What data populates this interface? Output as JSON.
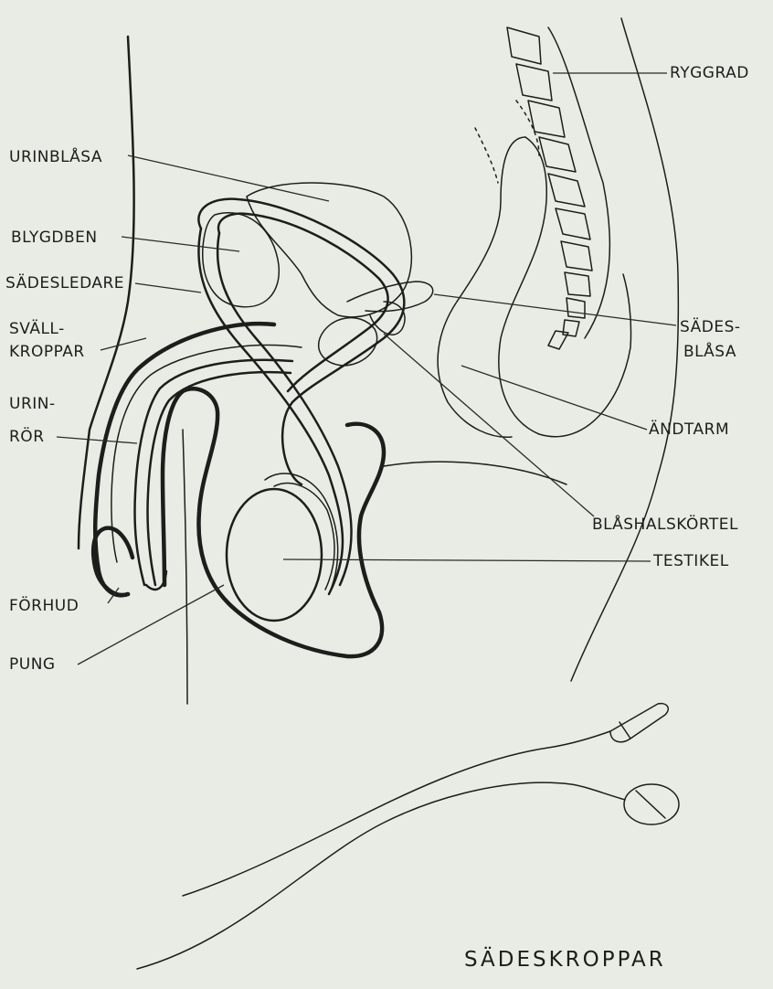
{
  "labels": {
    "urinblasa": "URINBLÅSA",
    "blygdben": "BLYGDBEN",
    "sadesledare": "SÄDESLEDARE",
    "svallkroppar_1": "SVÄLL-",
    "svallkroppar_2": "KROPPAR",
    "urinror_1": "URIN-",
    "urinror_2": "RÖR",
    "forhud": "FÖRHUD",
    "pung": "PUNG",
    "ryggrad": "RYGGRAD",
    "sadesblasa_1": "SÄDES-",
    "sadesblasa_2": "BLÅSA",
    "andtarm": "ÄNDTARM",
    "blashalskortel": "BLÅSHALSKÖRTEL",
    "testikel": "TESTIKEL",
    "sadeskroppar": "SÄDESKROPPAR"
  },
  "colors": {
    "background": "#e9ece4",
    "ink": "#1d1d1b"
  }
}
